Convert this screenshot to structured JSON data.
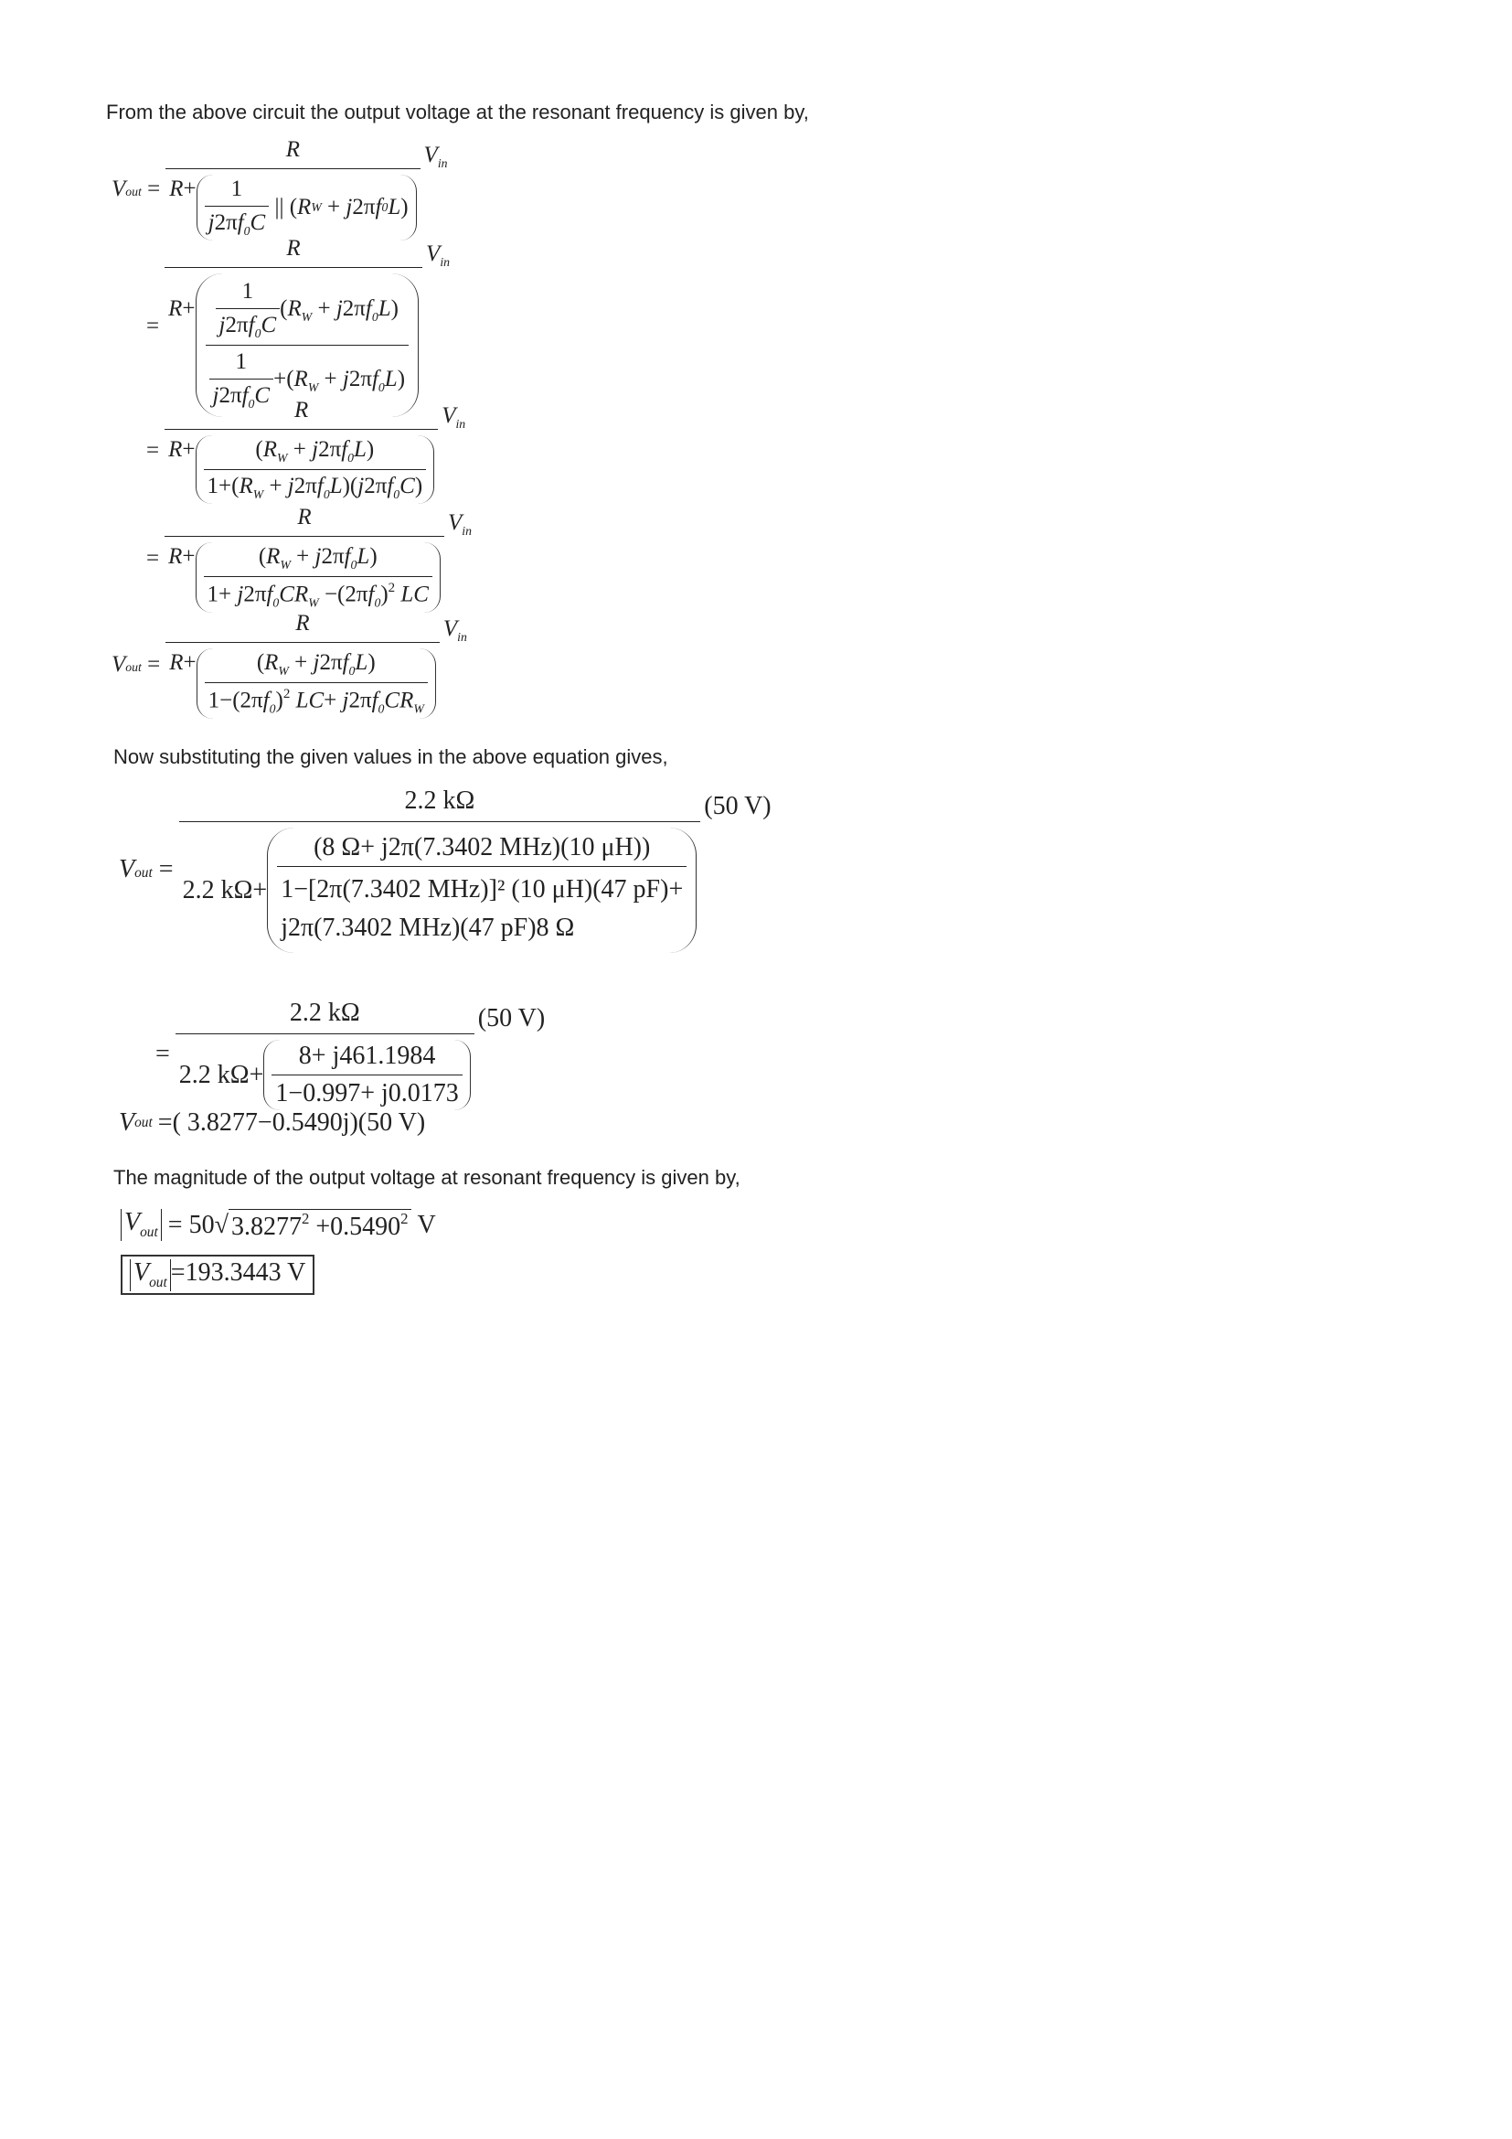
{
  "text": {
    "intro": "From the above circuit the output voltage at the resonant frequency is given by,",
    "substitute": "Now substituting the given values in the above equation gives,",
    "magnitude_intro": "The magnitude of the output voltage at resonant frequency is given by,"
  },
  "equations": {
    "eq1": "V_out = R / (R + (1/(j2πf₀C) || (R_W + j2πf₀L))) V_in",
    "eq2": "= R / (R + ((1/(j2πf₀C))(R_W + j2πf₀L)) / (1/(j2πf₀C) + (R_W + j2πf₀L))) V_in",
    "eq3": "= R / (R + (R_W + j2πf₀L) / (1 + (R_W + j2πf₀L)(j2πf₀C))) V_in",
    "eq4": "= R / (R + (R_W + j2πf₀L) / (1 + j2πf₀CR_W − (2πf₀)² LC)) V_in",
    "eq5": "V_out = R / (R + (R_W + j2πf₀L) / (1 − (2πf₀)² LC + j2πf₀CR_W)) V_in",
    "sub1_num": "2.2 kΩ",
    "sub1_den_left": "2.2 kΩ+",
    "sub1_inner_num": "(8 Ω+ j2π(7.3402 MHz)(10 μH))",
    "sub1_inner_den1": "1−[2π(7.3402 MHz)]² (10 μH)(47 pF)+",
    "sub1_inner_den2": "j2π(7.3402 MHz)(47 pF)8 Ω",
    "sub1_factor": "(50 V)",
    "sub2_num": "2.2 kΩ",
    "sub2_den_left": "2.2 kΩ+",
    "sub2_inner_num": "8+ j461.1984",
    "sub2_inner_den": "1−0.997+ j0.0173",
    "sub2_factor": "(50 V)",
    "result_rhs": "=( 3.8277−0.5490j)(50 V)",
    "mag_rhs": "= 50√(3.8277² +0.5490²) V",
    "final_rhs": "=193.3443 V"
  }
}
